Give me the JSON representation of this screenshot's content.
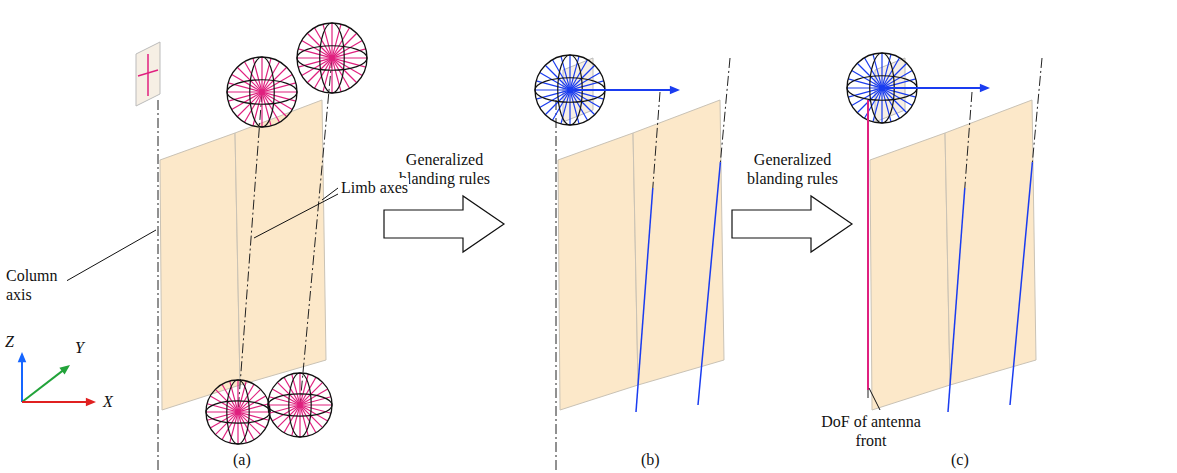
{
  "diagram": {
    "nodes": [
      {
        "text": [
          "Generalized blanding rules"
        ]
      },
      {
        "text": [
          "Generalized blanding rules"
        ]
      }
    ],
    "labels": [
      "Column axis",
      "Limb axes",
      "Z",
      "Y",
      "X",
      "DoF of antenna front",
      "(a)",
      "(b)",
      "(c)"
    ]
  }
}
